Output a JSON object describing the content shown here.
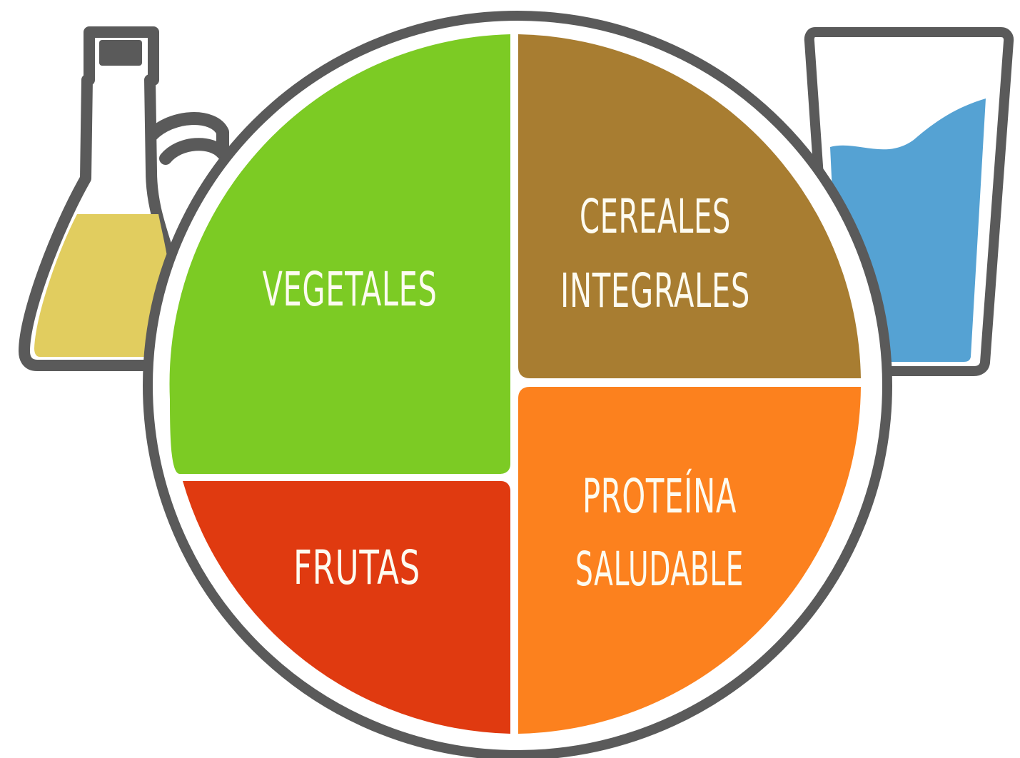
{
  "sections": {
    "vegetables": {
      "label": "VEGETALES",
      "color": "#7ccb24"
    },
    "grains": {
      "line1": "CEREALES",
      "line2": "INTEGRALES",
      "color": "#a87d31"
    },
    "fruits": {
      "label": "FRUTAS",
      "color": "#e03a10"
    },
    "protein": {
      "line1": "PROTEÍNA",
      "line2": "SALUDABLE",
      "color": "#fc811e"
    }
  },
  "icons": {
    "bottle": {
      "name": "oil-bottle-icon",
      "liquid_color": "#e1cd5f"
    },
    "glass": {
      "name": "water-glass-icon",
      "liquid_color": "#55a2d3"
    }
  },
  "colors": {
    "outline": "#5a5a5a",
    "label_text": "#fdfbf0"
  }
}
